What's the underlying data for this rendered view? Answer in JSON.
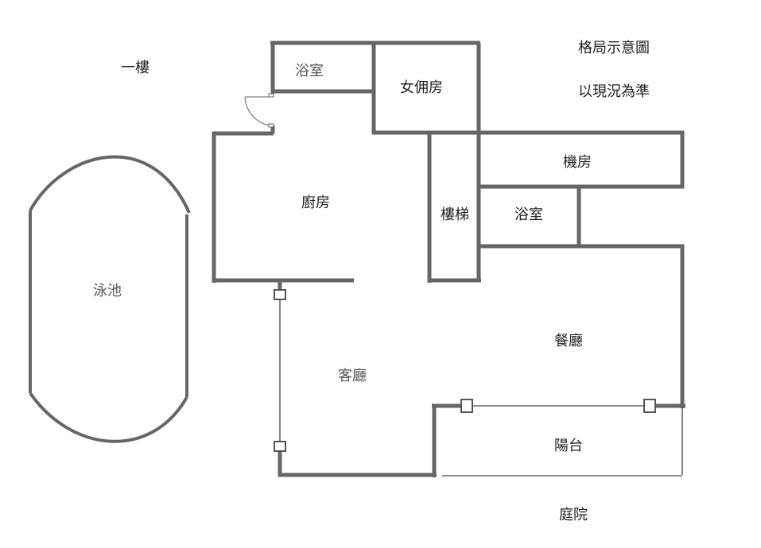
{
  "floor_label": "一樓",
  "notes": {
    "line1": "格局示意圖",
    "line2": "以現況為準"
  },
  "rooms": {
    "bathroom_upper": "浴室",
    "maid_room": "女佣房",
    "machine_room": "機房",
    "kitchen": "廚房",
    "stairs": "樓梯",
    "bathroom_lower": "浴室",
    "pool": "泳池",
    "dining_room": "餐廳",
    "living_room": "客廳",
    "balcony": "陽台",
    "courtyard": "庭院"
  }
}
